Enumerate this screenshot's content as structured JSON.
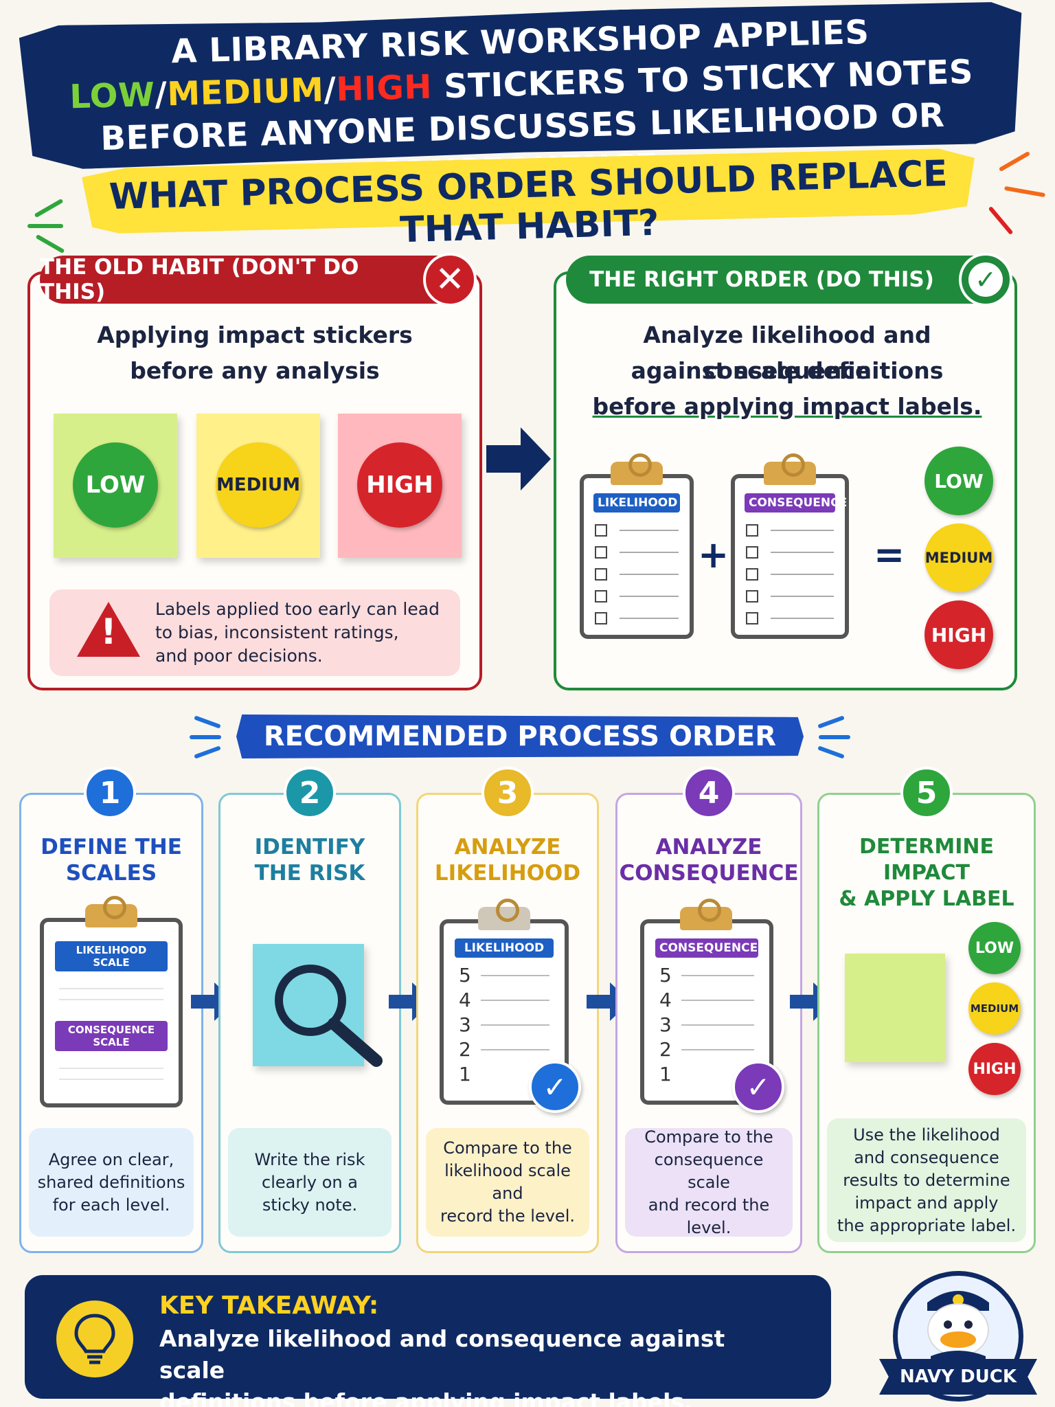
{
  "header": {
    "line1": "A LIBRARY RISK WORKSHOP APPLIES",
    "low": "LOW",
    "slash1": "/",
    "medium": "MEDIUM",
    "slash2": "/",
    "high": "HIGH",
    "line2_rest": " STICKERS TO STICKY NOTES",
    "line3": "BEFORE ANYONE DISCUSSES LIKELIHOOD OR CONSEQUENCE.",
    "question": "WHAT PROCESS ORDER SHOULD REPLACE THAT HABIT?"
  },
  "old_habit": {
    "tab": "THE OLD HABIT (DON'T DO THIS)",
    "line1": "Applying impact stickers",
    "line2": "before any analysis",
    "stickers": [
      "LOW",
      "MEDIUM",
      "HIGH"
    ],
    "warning_line1": "Labels applied too early can lead",
    "warning_line2": "to bias, inconsistent ratings,",
    "warning_line3": "and poor decisions."
  },
  "right_order": {
    "tab": "THE RIGHT ORDER (DO THIS)",
    "line1": "Analyze likelihood and consequence",
    "line2": "against scale definitions",
    "line3": "before applying impact labels.",
    "clip1_label": "LIKELIHOOD",
    "clip2_label": "CONSEQUENCE",
    "plus": "+",
    "equals": "=",
    "results": [
      "LOW",
      "MEDIUM",
      "HIGH"
    ]
  },
  "process": {
    "banner": "RECOMMENDED PROCESS ORDER",
    "steps": [
      {
        "num": "1",
        "title1": "DEFINE THE",
        "title2": "SCALES",
        "label_a": "LIKELIHOOD SCALE",
        "label_b": "CONSEQUENCE SCALE",
        "desc1": "Agree on clear,",
        "desc2": "shared definitions",
        "desc3": "for each level."
      },
      {
        "num": "2",
        "title1": "IDENTIFY",
        "title2": "THE RISK",
        "desc1": "Write the risk",
        "desc2": "clearly on a",
        "desc3": "sticky note."
      },
      {
        "num": "3",
        "title1": "ANALYZE",
        "title2": "LIKELIHOOD",
        "label_a": "LIKELIHOOD",
        "scale": [
          "5",
          "4",
          "3",
          "2",
          "1"
        ],
        "desc1": "Compare to the",
        "desc2": "likelihood scale and",
        "desc3": "record the level."
      },
      {
        "num": "4",
        "title1": "ANALYZE",
        "title2": "CONSEQUENCE",
        "label_a": "CONSEQUENCE",
        "scale": [
          "5",
          "4",
          "3",
          "2",
          "1"
        ],
        "desc1": "Compare to the",
        "desc2": "consequence scale",
        "desc3": "and record the level."
      },
      {
        "num": "5",
        "title1": "DETERMINE IMPACT",
        "title2": "& APPLY LABEL",
        "labels": [
          "LOW",
          "MEDIUM",
          "HIGH"
        ],
        "desc1": "Use the likelihood",
        "desc2": "and consequence",
        "desc3": "results to determine",
        "desc4": "impact and apply",
        "desc5": "the appropriate label."
      }
    ]
  },
  "takeaway": {
    "title": "KEY TAKEAWAY:",
    "line1": "Analyze likelihood and consequence against scale",
    "line2": "definitions before applying impact labels."
  },
  "logo": {
    "text": "NAVY DUCK"
  },
  "colors": {
    "navy": "#0f2a63",
    "red": "#b71d25",
    "green": "#1f8a3b",
    "yellow": "#ffe23a",
    "step1": "#1e6fd9",
    "step2": "#1c97a8",
    "step3": "#e8b928",
    "step4": "#7b3ab8",
    "step5": "#2ea63c"
  }
}
